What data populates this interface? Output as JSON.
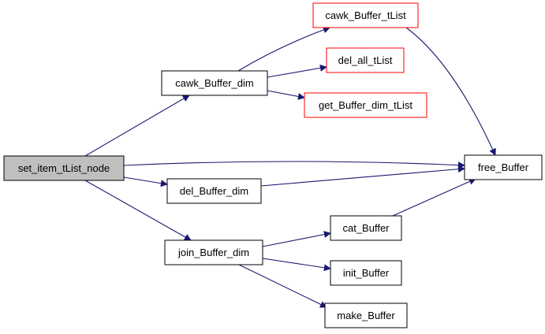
{
  "colors": {
    "edge": "#191970",
    "default_border": "#000000",
    "root_fill": "#bfbfbf",
    "external_border": "#ff0000",
    "fill": "#ffffff"
  },
  "nodes": [
    {
      "id": "set_item_tList_node",
      "label": "set_item_tList_node",
      "kind": "root"
    },
    {
      "id": "cawk_Buffer_dim",
      "label": "cawk_Buffer_dim",
      "kind": "normal"
    },
    {
      "id": "del_Buffer_dim",
      "label": "del_Buffer_dim",
      "kind": "normal"
    },
    {
      "id": "join_Buffer_dim",
      "label": "join_Buffer_dim",
      "kind": "normal"
    },
    {
      "id": "cawk_Buffer_tList",
      "label": "cawk_Buffer_tList",
      "kind": "external"
    },
    {
      "id": "del_all_tList",
      "label": "del_all_tList",
      "kind": "external"
    },
    {
      "id": "get_Buffer_dim_tList",
      "label": "get_Buffer_dim_tList",
      "kind": "external"
    },
    {
      "id": "free_Buffer",
      "label": "free_Buffer",
      "kind": "normal"
    },
    {
      "id": "cat_Buffer",
      "label": "cat_Buffer",
      "kind": "normal"
    },
    {
      "id": "init_Buffer",
      "label": "init_Buffer",
      "kind": "normal"
    },
    {
      "id": "make_Buffer",
      "label": "make_Buffer",
      "kind": "normal"
    }
  ],
  "edges": [
    {
      "from": "set_item_tList_node",
      "to": "cawk_Buffer_dim"
    },
    {
      "from": "set_item_tList_node",
      "to": "free_Buffer"
    },
    {
      "from": "set_item_tList_node",
      "to": "del_Buffer_dim"
    },
    {
      "from": "set_item_tList_node",
      "to": "join_Buffer_dim"
    },
    {
      "from": "cawk_Buffer_dim",
      "to": "cawk_Buffer_tList"
    },
    {
      "from": "cawk_Buffer_dim",
      "to": "del_all_tList"
    },
    {
      "from": "cawk_Buffer_dim",
      "to": "get_Buffer_dim_tList"
    },
    {
      "from": "cawk_Buffer_tList",
      "to": "free_Buffer"
    },
    {
      "from": "del_Buffer_dim",
      "to": "free_Buffer"
    },
    {
      "from": "join_Buffer_dim",
      "to": "cat_Buffer"
    },
    {
      "from": "join_Buffer_dim",
      "to": "init_Buffer"
    },
    {
      "from": "join_Buffer_dim",
      "to": "make_Buffer"
    },
    {
      "from": "cat_Buffer",
      "to": "free_Buffer"
    }
  ]
}
